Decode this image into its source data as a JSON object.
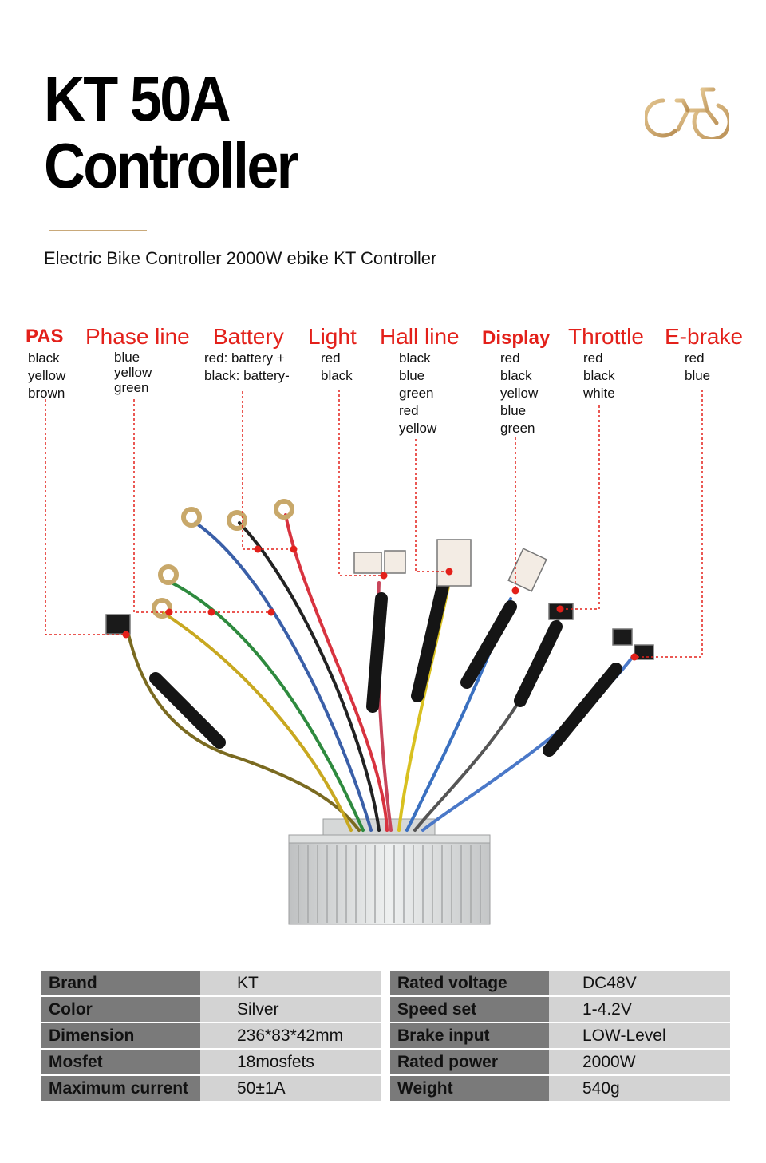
{
  "header": {
    "title_line1": "KT 50A",
    "title_line2": "Controller",
    "subtitle": "Electric Bike Controller 2000W ebike KT Controller",
    "logo_icon": "bicycle-icon"
  },
  "colors": {
    "label_red": "#e3201a",
    "accent_gold": "#c9a97a",
    "key_cell": "#7a7a7a",
    "value_cell": "#d3d3d3"
  },
  "connectors": [
    {
      "name": "PAS",
      "wires": [
        "black",
        "yellow",
        "brown"
      ]
    },
    {
      "name": "Phase line",
      "wires": [
        "blue",
        "yellow",
        "green"
      ]
    },
    {
      "name": "Battery",
      "wires": [
        "red: battery +",
        "black: battery-"
      ]
    },
    {
      "name": "Light",
      "wires": [
        "red",
        "black"
      ]
    },
    {
      "name": "Hall line",
      "wires": [
        "black",
        "blue",
        "green",
        "red",
        "yellow"
      ]
    },
    {
      "name": "Display",
      "wires": [
        "red",
        "black",
        "yellow",
        "blue",
        "green"
      ]
    },
    {
      "name": "Throttle",
      "wires": [
        "red",
        "black",
        "white"
      ]
    },
    {
      "name": "E-brake",
      "wires": [
        "red",
        "blue"
      ]
    }
  ],
  "specs_left": [
    {
      "key": "Brand",
      "value": "KT"
    },
    {
      "key": "Color",
      "value": "Silver"
    },
    {
      "key": "Dimension",
      "value": "236*83*42mm"
    },
    {
      "key": "Mosfet",
      "value": "18mosfets"
    },
    {
      "key": "Maximum current",
      "value": "50±1A"
    }
  ],
  "specs_right": [
    {
      "key": "Rated voltage",
      "value": "DC48V"
    },
    {
      "key": "Speed set",
      "value": "1-4.2V"
    },
    {
      "key": "Brake input",
      "value": "LOW-Level"
    },
    {
      "key": "Rated power",
      "value": "2000W"
    },
    {
      "key": "Weight",
      "value": "540g"
    }
  ]
}
